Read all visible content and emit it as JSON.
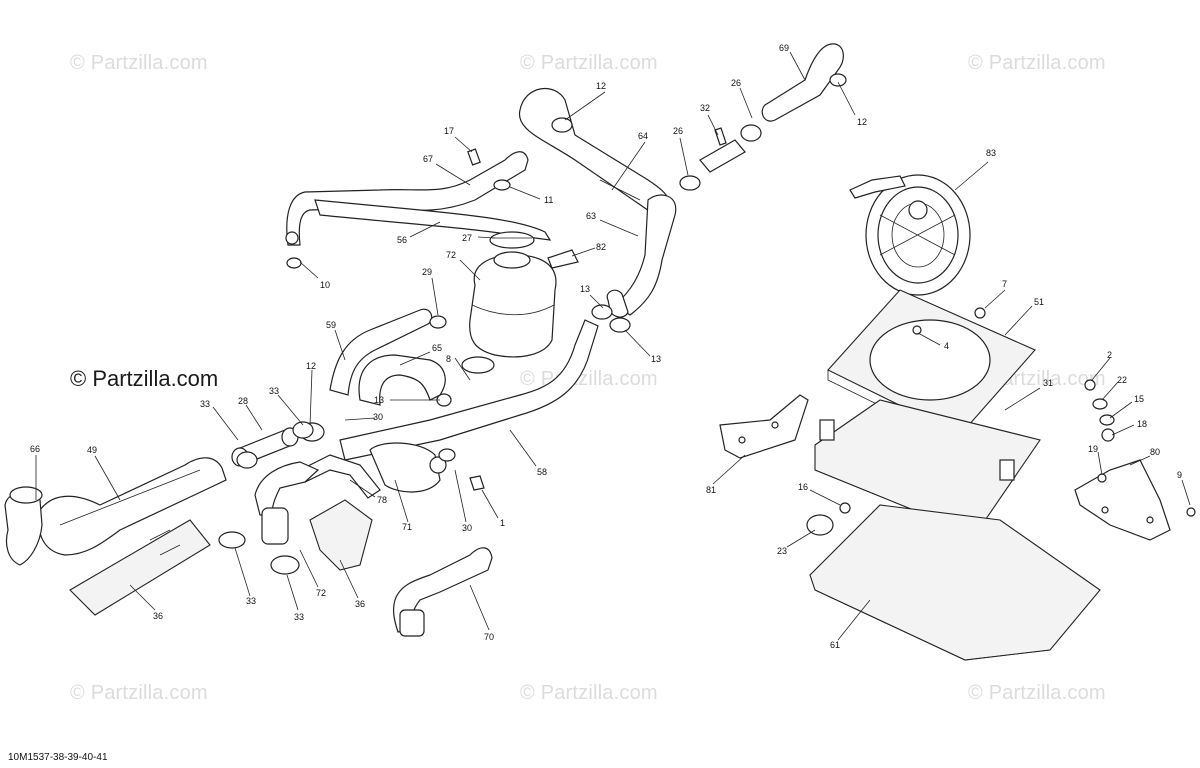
{
  "watermarks": {
    "text": "© Partzilla.com",
    "main_text": "© Partzilla.com"
  },
  "drawing_code": "10M1537-38-39-40-41",
  "callouts": [
    {
      "id": "c69",
      "label": "69"
    },
    {
      "id": "c12a",
      "label": "12"
    },
    {
      "id": "c26a",
      "label": "26"
    },
    {
      "id": "c32",
      "label": "32"
    },
    {
      "id": "c12b",
      "label": "12"
    },
    {
      "id": "c64",
      "label": "64"
    },
    {
      "id": "c26b",
      "label": "26"
    },
    {
      "id": "c17",
      "label": "17"
    },
    {
      "id": "c67",
      "label": "67"
    },
    {
      "id": "c11",
      "label": "11"
    },
    {
      "id": "c63",
      "label": "63"
    },
    {
      "id": "c83",
      "label": "83"
    },
    {
      "id": "c27",
      "label": "27"
    },
    {
      "id": "c82",
      "label": "82"
    },
    {
      "id": "c56",
      "label": "56"
    },
    {
      "id": "c72a",
      "label": "72"
    },
    {
      "id": "c29",
      "label": "29"
    },
    {
      "id": "c10",
      "label": "10"
    },
    {
      "id": "c13a",
      "label": "13"
    },
    {
      "id": "c7",
      "label": "7"
    },
    {
      "id": "c51",
      "label": "51"
    },
    {
      "id": "c59",
      "label": "59"
    },
    {
      "id": "c65",
      "label": "65"
    },
    {
      "id": "c13b",
      "label": "13"
    },
    {
      "id": "c4",
      "label": "4"
    },
    {
      "id": "c8",
      "label": "8"
    },
    {
      "id": "c12c",
      "label": "12"
    },
    {
      "id": "c2",
      "label": "2"
    },
    {
      "id": "c33a",
      "label": "33"
    },
    {
      "id": "c13c",
      "label": "13"
    },
    {
      "id": "c22",
      "label": "22"
    },
    {
      "id": "c31",
      "label": "31"
    },
    {
      "id": "c33b",
      "label": "33"
    },
    {
      "id": "c28",
      "label": "28"
    },
    {
      "id": "c30a",
      "label": "30"
    },
    {
      "id": "c15",
      "label": "15"
    },
    {
      "id": "c18",
      "label": "18"
    },
    {
      "id": "c66",
      "label": "66"
    },
    {
      "id": "c49",
      "label": "49"
    },
    {
      "id": "c19",
      "label": "19"
    },
    {
      "id": "c80",
      "label": "80"
    },
    {
      "id": "c58",
      "label": "58"
    },
    {
      "id": "c81",
      "label": "81"
    },
    {
      "id": "c16",
      "label": "16"
    },
    {
      "id": "c78",
      "label": "78"
    },
    {
      "id": "c9",
      "label": "9"
    },
    {
      "id": "c71",
      "label": "71"
    },
    {
      "id": "c1",
      "label": "1"
    },
    {
      "id": "c30b",
      "label": "30"
    },
    {
      "id": "c23",
      "label": "23"
    },
    {
      "id": "c72b",
      "label": "72"
    },
    {
      "id": "c33c",
      "label": "33"
    },
    {
      "id": "c36a",
      "label": "36"
    },
    {
      "id": "c36b",
      "label": "36"
    },
    {
      "id": "c33d",
      "label": "33"
    },
    {
      "id": "c70",
      "label": "70"
    },
    {
      "id": "c61",
      "label": "61"
    }
  ]
}
